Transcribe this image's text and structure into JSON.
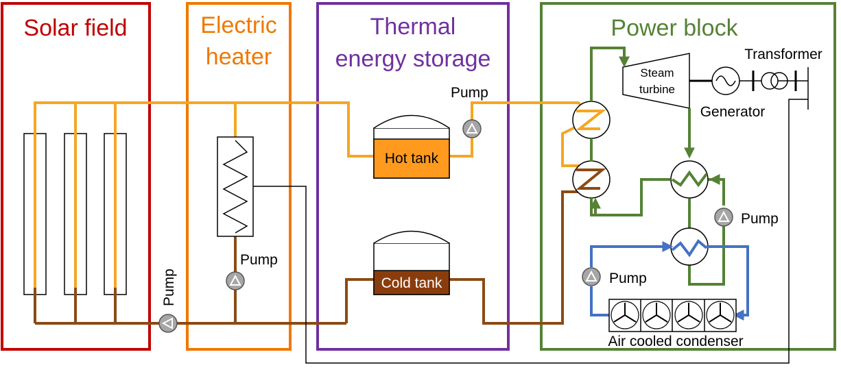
{
  "sections": {
    "solar_field": "Solar field",
    "electric_heater_line1": "Electric",
    "electric_heater_line2": "heater",
    "tes_line1": "Thermal",
    "tes_line2": "energy storage",
    "power_block": "Power block"
  },
  "components": {
    "hot_tank": "Hot tank",
    "cold_tank": "Cold tank",
    "steam_turbine_line1": "Steam",
    "steam_turbine_line2": "turbine",
    "generator": "Generator",
    "transformer": "Transformer",
    "air_cooled_condenser": "Air cooled condenser",
    "pump": "Pump"
  },
  "colors": {
    "solar_field": "#c00000",
    "electric_heater": "#f07800",
    "tes": "#7030a0",
    "power_block": "#548235",
    "hot_fluid": "#f5a623",
    "cold_fluid": "#8b4a14",
    "water_loop": "#4472c4",
    "hot_tank_fill": "#ff9a1f",
    "cold_tank_fill": "#8a3d0c",
    "pump_fill": "#a6a6a6"
  }
}
